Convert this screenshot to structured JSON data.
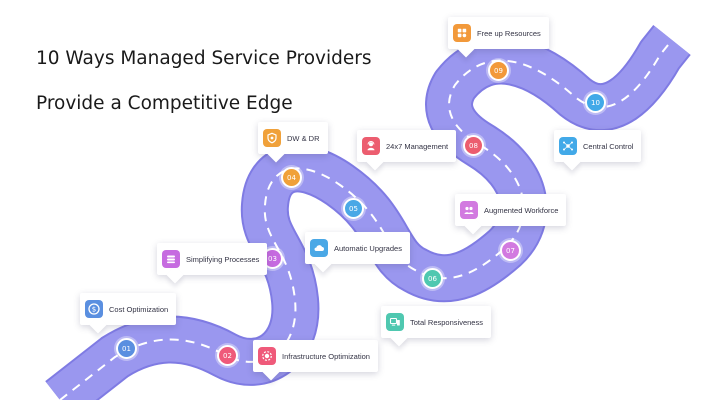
{
  "title": {
    "line1": "10 Ways Managed Service Providers",
    "line2": "Provide a Competitive Edge"
  },
  "colors": {
    "road": "#9a97ef",
    "road_edge": "#7f7be3",
    "dash": "#ffffff"
  },
  "steps": [
    {
      "number": "01",
      "label": "Cost Optimization",
      "icon": "dollar-coin-icon",
      "color": "#5a8fe0"
    },
    {
      "number": "02",
      "label": "Infrastructure Optimization",
      "icon": "gear-network-icon",
      "color": "#ef5a7a"
    },
    {
      "number": "03",
      "label": "Simplifying Processes",
      "icon": "layers-icon",
      "color": "#c66be0"
    },
    {
      "number": "04",
      "label": "DW & DR",
      "icon": "shield-backup-icon",
      "color": "#f0a13a"
    },
    {
      "number": "05",
      "label": "Automatic Upgrades",
      "icon": "cloud-upload-icon",
      "color": "#4aa8e6"
    },
    {
      "number": "06",
      "label": "Total Responsiveness",
      "icon": "devices-icon",
      "color": "#4fc8b0"
    },
    {
      "number": "07",
      "label": "Augmented Workforce",
      "icon": "team-gear-icon",
      "color": "#d27ae0"
    },
    {
      "number": "08",
      "label": "24x7 Management",
      "icon": "support-team-icon",
      "color": "#ec5d6f"
    },
    {
      "number": "09",
      "label": "Free up Resources",
      "icon": "resources-icon",
      "color": "#f2993a"
    },
    {
      "number": "10",
      "label": "Central Control",
      "icon": "hub-control-icon",
      "color": "#42a9e8"
    }
  ]
}
